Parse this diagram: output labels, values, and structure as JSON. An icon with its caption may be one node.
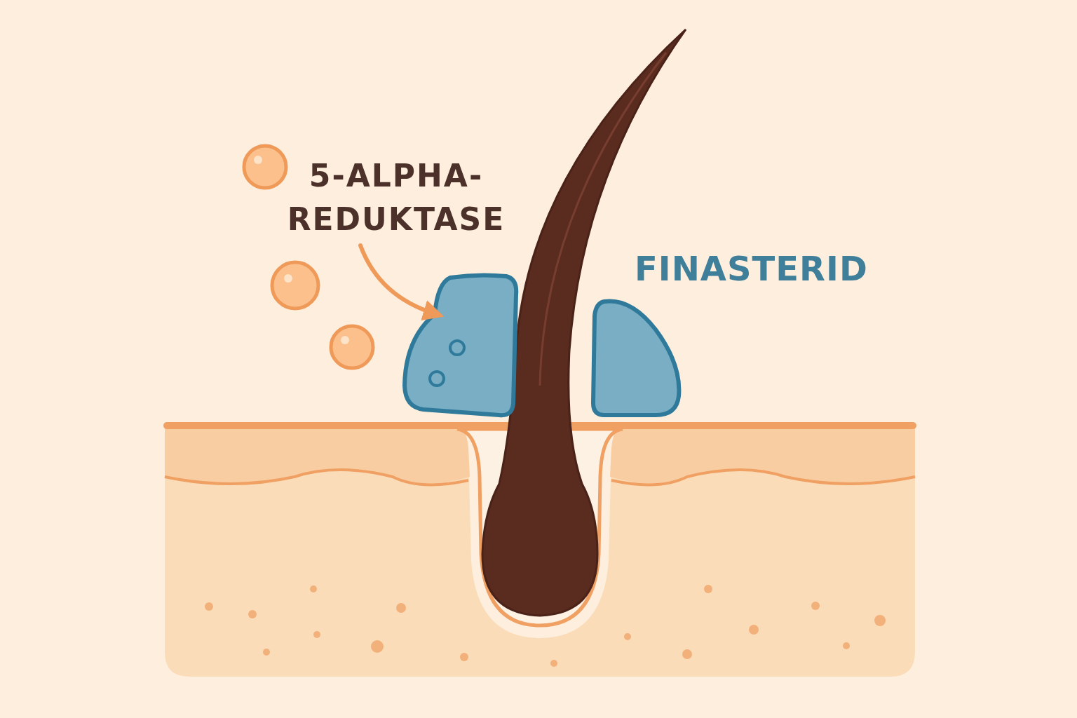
{
  "diagram": {
    "nodes": [
      {
        "text": [
          "5-ALPHA- REDUKTASE"
        ]
      },
      {
        "text": [],
        "shape": "cell"
      }
    ],
    "edges": [
      {
        "from": 0,
        "to": 1,
        "arrow": "to"
      }
    ],
    "labels": [
      "FINASTERID"
    ]
  }
}
